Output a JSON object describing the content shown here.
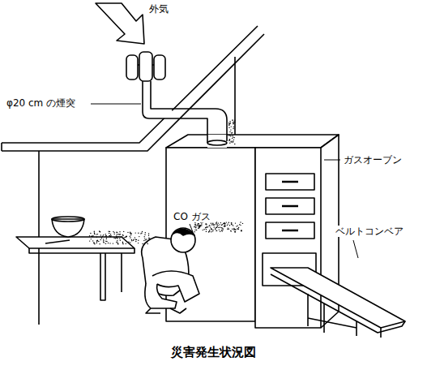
{
  "diagram": {
    "caption": "災害発生状況図",
    "labels": [
      "外気",
      "φ20 cm の煙突",
      "ガスオーブン",
      "CO ガス",
      "ベルトコンベア"
    ]
  }
}
